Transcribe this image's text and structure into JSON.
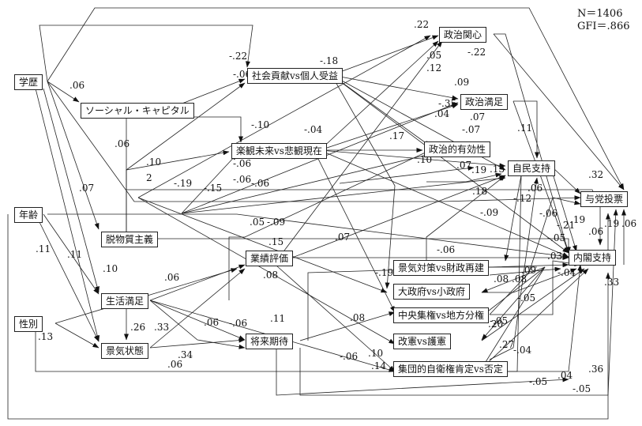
{
  "stats": {
    "n": "N＝1406",
    "gfi": "GFI＝.866"
  },
  "nodes": {
    "gakureki": "学歴",
    "social_capital": "ソーシャル・キャピタル",
    "nenrei": "年齢",
    "datsubusshitsu": "脱物質主義",
    "seikatsu": "生活満足",
    "seibetsu": "性別",
    "keiki": "景気状態",
    "shakai": "社会貢献vs個人受益",
    "rakkan": "楽観未来vs悲観現在",
    "gyoseki": "業績評価",
    "shorai": "将来期待",
    "seiji_kanshin": "政治関心",
    "seiji_manzoku": "政治満足",
    "yukosei": "政治的有効性",
    "jimin": "自民支持",
    "yoto": "与党投票",
    "naikaku": "内閣支持",
    "keiki_taisaku": "景気対策vs財政再建",
    "daiseifu": "大政府vs小政府",
    "chuo": "中央集権vs地方分権",
    "kaiken": "改憲vs護憲",
    "jieiken": "集団的自衛権肯定vs否定"
  },
  "coefficients": [
    ".06",
    ".07",
    ".10",
    ".11",
    ".11",
    ".26",
    ".33",
    ".13",
    ".06",
    ".06",
    ".06",
    ".34",
    ".10",
    "2",
    ".06",
    "-.19",
    "-.15",
    "-.06",
    "-.06",
    ".05",
    "-.09",
    ".15",
    ".08",
    ".11",
    "-.06",
    ".08",
    "-.22",
    "-.06",
    "-.18",
    "-.10",
    "-.04",
    "-.06",
    ".22",
    ".05",
    ".12",
    "-.22",
    ".09",
    "-.35",
    ".04",
    ".07",
    "-.07",
    ".17",
    ".10",
    ".07",
    ".19",
    ".13",
    ".11",
    ".18",
    ".06",
    "-.12",
    "-.09",
    "-.06",
    "-.19",
    ".07",
    ".09",
    ".08",
    "-.05",
    ".20",
    ".27",
    "-.04",
    ".32",
    "-.06",
    "-.21",
    ".19",
    ".06",
    "-.05",
    ".03",
    "-.04",
    ".19",
    ".06",
    ".33",
    ".36",
    ".04",
    "-.05",
    "-.05",
    ".14",
    ".10",
    "-.06",
    ".08",
    "-.05"
  ]
}
